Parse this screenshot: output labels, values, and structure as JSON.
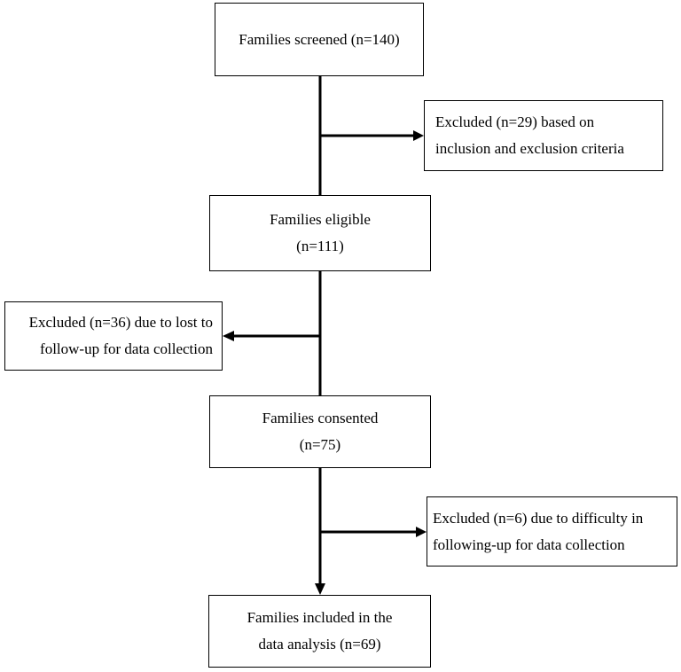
{
  "diagram": {
    "colors": {
      "line": "#000000",
      "box_border": "#000000",
      "background": "#ffffff"
    },
    "boxes": {
      "screened": "Families screened (n=140)",
      "excluded_1": "Excluded (n=29) based on\ninclusion and exclusion criteria",
      "eligible": "Families eligible\n(n=111)",
      "excluded_2": "Excluded (n=36) due to lost to\nfollow-up for data collection",
      "consented": "Families consented\n(n=75)",
      "excluded_3": "Excluded (n=6) due to difficulty in\nfollowing-up for data collection",
      "included": "Families included in the\ndata analysis (n=69)"
    }
  }
}
